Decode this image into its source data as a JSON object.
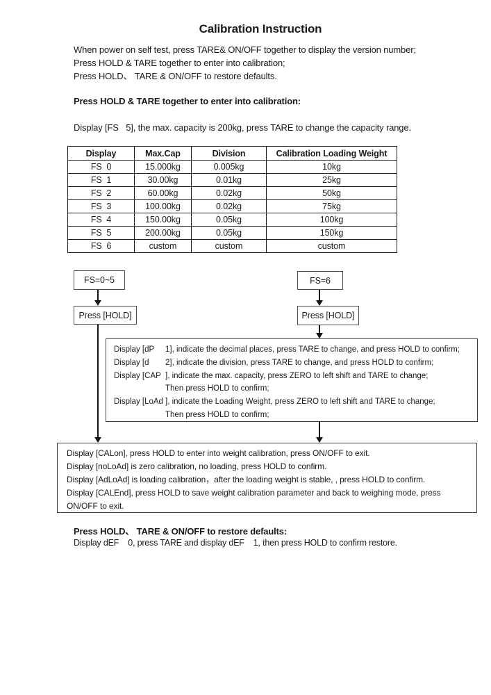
{
  "title": "Calibration Instruction",
  "intro": {
    "line1": "When power on self test, press TARE& ON/OFF together to display the version number;",
    "line2": "Press HOLD & TARE together to enter into calibration;",
    "line3": "Press HOLD、 TARE & ON/OFF to restore defaults."
  },
  "calibration_section": {
    "heading": "Press HOLD & TARE together to enter into calibration:",
    "fs_line": "Display [FS   5], the max. capacity is 200kg, press TARE to change the capacity range."
  },
  "table": {
    "headers": [
      "Display",
      "Max.Cap",
      "Division",
      "Calibration Loading Weight"
    ],
    "rows": [
      [
        "FS  0",
        "15.000kg",
        "0.005kg",
        "10kg"
      ],
      [
        "FS  1",
        "30.00kg",
        "0.01kg",
        "25kg"
      ],
      [
        "FS  2",
        "60.00kg",
        "0.02kg",
        "50kg"
      ],
      [
        "FS  3",
        "100.00kg",
        "0.02kg",
        "75kg"
      ],
      [
        "FS  4",
        "150.00kg",
        "0.05kg",
        "100kg"
      ],
      [
        "FS  5",
        "200.00kg",
        "0.05kg",
        "150kg"
      ],
      [
        "FS  6",
        "custom",
        "custom",
        "custom"
      ]
    ]
  },
  "flowchart": {
    "fs_range_box": "FS=0~5",
    "fs6_box": "FS=6",
    "press_hold_left": "Press [HOLD]",
    "press_hold_right": "Press [HOLD]",
    "settings_box": {
      "rows": [
        {
          "label": "Display [dP",
          "text": "1], indicate the decimal places, press TARE to change, and press HOLD to confirm;"
        },
        {
          "label": "Display [d",
          "text": "2], indicate the division, press TARE to change, and press HOLD to confirm;"
        },
        {
          "label": "Display [CAP",
          "text": "], indicate the max. capacity, press ZERO to left shift and TARE to change;"
        },
        {
          "label": "",
          "text": "Then press HOLD to confirm;"
        },
        {
          "label": "Display [LoAd",
          "text": "], indicate the Loading Weight, press ZERO to left shift and TARE to change;"
        },
        {
          "label": "",
          "text": "Then press HOLD to confirm;"
        }
      ]
    },
    "calibration_box": {
      "lines": [
        "Display [CALon], press HOLD to enter into weight calibration, press ON/OFF to exit.",
        "Display [noLoAd] is zero calibration, no loading, press HOLD to confirm.",
        "Display [AdLoAd] is loading calibration，after the loading weight is stable, , press HOLD to confirm.",
        "Display [CALEnd], press HOLD to save weight calibration parameter and back to weighing mode, press",
        "ON/OFF to exit."
      ]
    }
  },
  "restore_section": {
    "heading": "Press HOLD、 TARE & ON/OFF to restore defaults:",
    "line": "Display dEF    0, press TARE and display dEF    1, then press HOLD to confirm restore."
  },
  "colors": {
    "text": "#1a1a1a",
    "border": "#3f3f3f",
    "background": "#ffffff"
  }
}
